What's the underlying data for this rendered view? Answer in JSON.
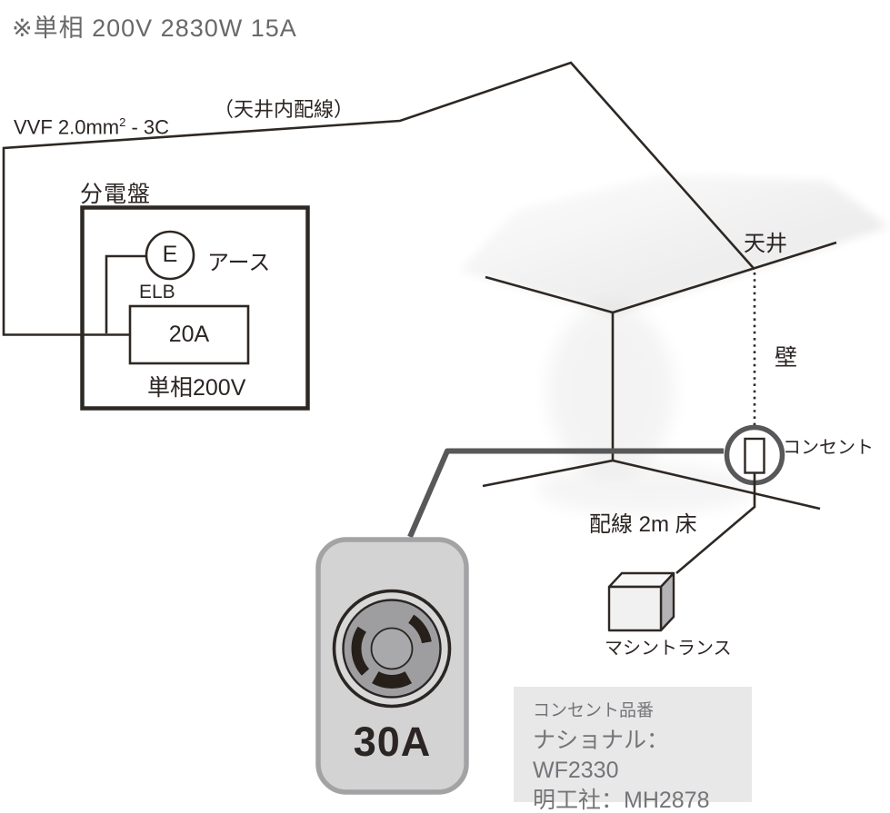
{
  "title": "※単相 200V 2830W 15A",
  "wiring": {
    "cable_spec_base": "VVF 2.0mm",
    "cable_spec_exponent": "2",
    "cable_spec_suffix": " - 3C",
    "ceiling_run_label": "（天井内配線）",
    "floor_run_label": "配線 2m 床"
  },
  "panel": {
    "name": "分電盤",
    "earth_symbol": "E",
    "earth_label": "アース",
    "breaker_type": "ELB",
    "breaker_rating": "20A",
    "voltage": "単相200V"
  },
  "room": {
    "ceiling_label": "天井",
    "wall_label": "壁",
    "outlet_label": "コンセント"
  },
  "equipment": {
    "transformer_label": "マシントランス",
    "plug_rating": "30A"
  },
  "info_box": {
    "heading": "コンセント品番",
    "national": "ナショナル：WF2330",
    "meiko": "明工社：MH2878"
  },
  "colors": {
    "line": "#2e2824",
    "ink": "#2b2523",
    "title_text": "#696969",
    "cable_gray": "#58585a",
    "infobox_bg": "#e8e8e9",
    "infobox_text": "#747578",
    "plug_body": "#d3d3d4",
    "plug_border": "#a3a3a5",
    "receptacle_disc": "#9e9ea0",
    "slot_dark": "#261f1a"
  }
}
